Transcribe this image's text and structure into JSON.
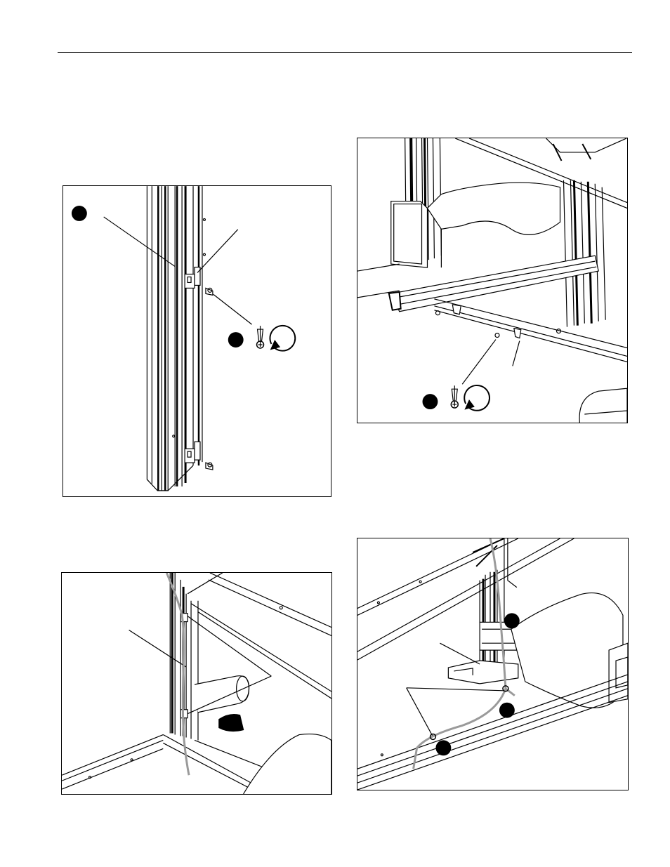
{
  "page": {
    "background": "#ffffff",
    "line_color": "#000000",
    "cable_color": "#9a9a9a"
  },
  "figures": [
    {
      "id": "p1",
      "content": "vertical-rail-with-bracket-and-screws"
    },
    {
      "id": "p2",
      "content": "crossbar-bracket-screw-install"
    },
    {
      "id": "p3",
      "content": "cable-routed-along-upright"
    },
    {
      "id": "p4",
      "content": "cable-clips-along-base-rail"
    }
  ]
}
